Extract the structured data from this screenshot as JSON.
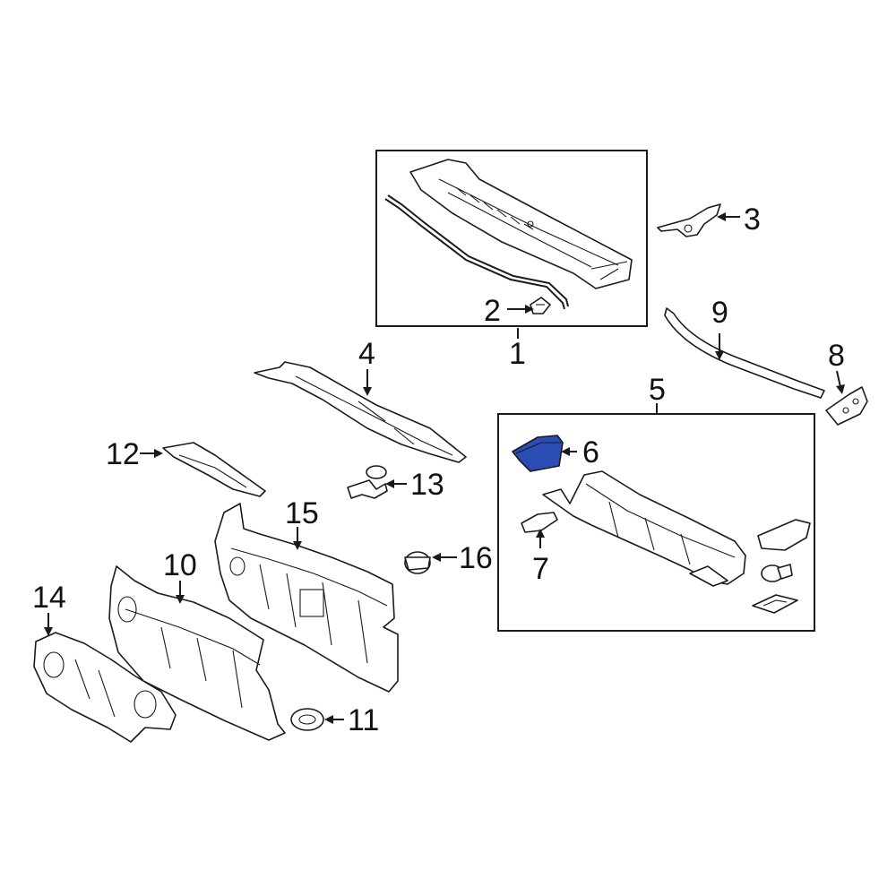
{
  "highlight_color": "#2a4db5",
  "callouts": {
    "c1": "1",
    "c2": "2",
    "c3": "3",
    "c4": "4",
    "c5": "5",
    "c6": "6",
    "c7": "7",
    "c8": "8",
    "c9": "9",
    "c10": "10",
    "c11": "11",
    "c12": "12",
    "c13": "13",
    "c14": "14",
    "c15": "15",
    "c16": "16"
  }
}
